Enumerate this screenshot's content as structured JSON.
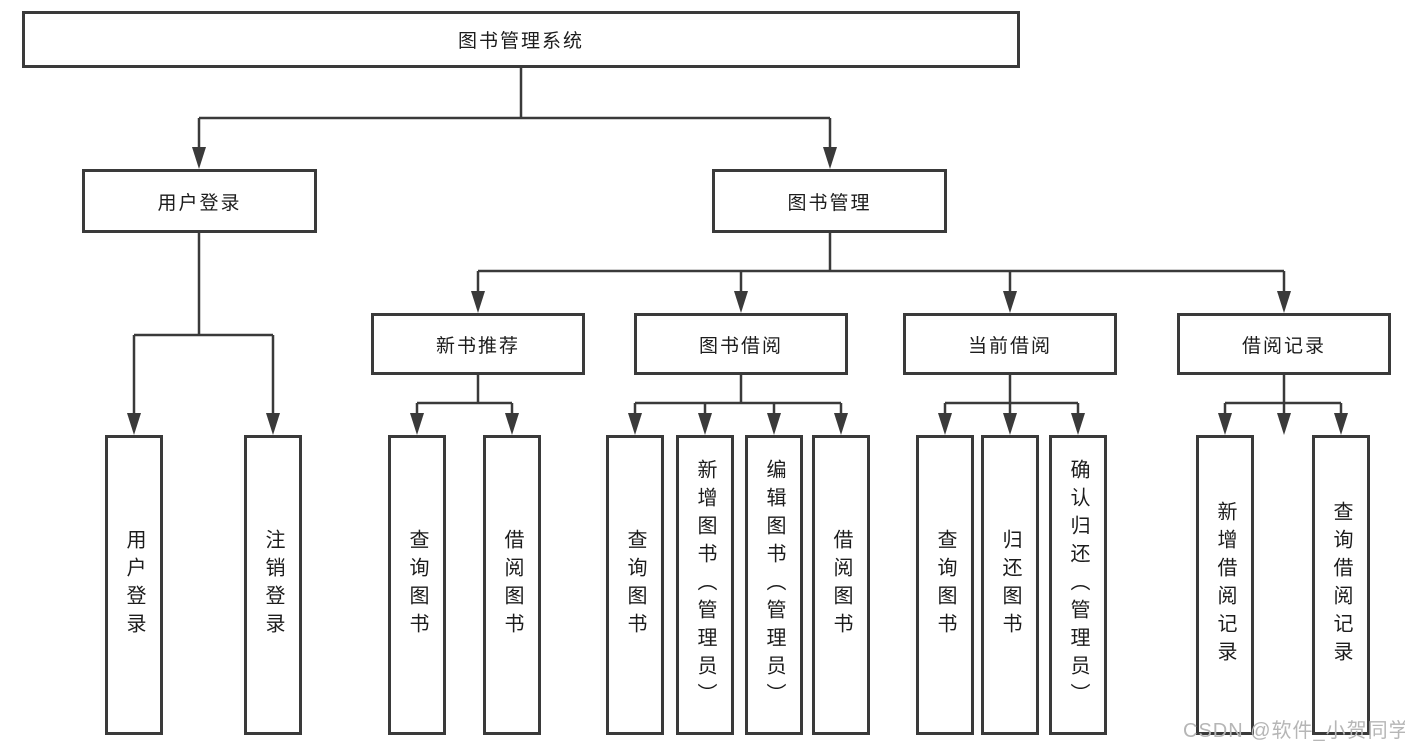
{
  "colors": {
    "line": "#3a3a3a",
    "node_border": "#3a3a3a",
    "text": "#1c1c1c",
    "watermark": "#b6b6b6",
    "background": "#ffffff"
  },
  "tree": {
    "root_label": "图书管理系统",
    "user_branch": {
      "label": "用户登录",
      "children": [
        "用户登录",
        "注销登录"
      ]
    },
    "book_branch": {
      "label": "图书管理",
      "groups": [
        {
          "label": "新书推荐",
          "children": [
            "查询图书",
            "借阅图书"
          ]
        },
        {
          "label": "图书借阅",
          "children": [
            "查询图书",
            "新增图书（管理员）",
            "编辑图书（管理员）",
            "借阅图书"
          ]
        },
        {
          "label": "当前借阅",
          "children": [
            "查询图书",
            "归还图书",
            "确认归还（管理员）"
          ]
        },
        {
          "label": "借阅记录",
          "children": [
            "新增借阅记录",
            "查询借阅记录"
          ]
        }
      ]
    }
  },
  "watermark": {
    "text": "CSDN @软件_小贺同学"
  }
}
